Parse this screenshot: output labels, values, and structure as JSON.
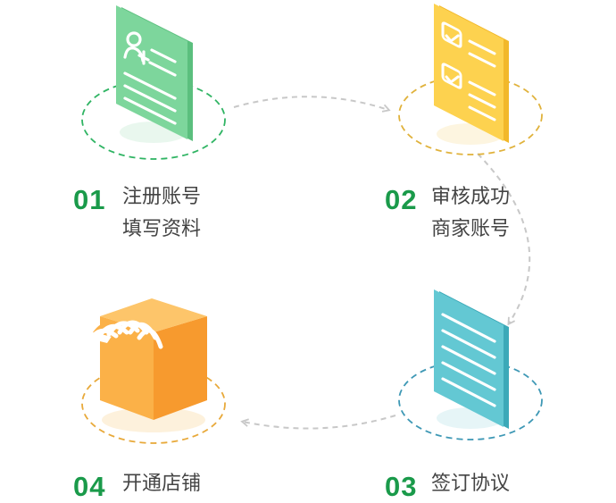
{
  "steps": [
    {
      "number": "01",
      "line1": "注册账号",
      "line2": "填写资料",
      "icon": "register-form-icon",
      "color": "#6fcf8f"
    },
    {
      "number": "02",
      "line1": "审核成功",
      "line2": "商家账号",
      "icon": "checklist-icon",
      "color": "#fcd34d"
    },
    {
      "number": "03",
      "line1": "签订协议",
      "icon": "agreement-document-icon",
      "color": "#5ec4cf"
    },
    {
      "number": "04",
      "line1": "开通店铺",
      "icon": "store-awning-icon",
      "color": "#fbad4a"
    }
  ],
  "colors": {
    "number_green": "#1a9a4a",
    "text": "#444444",
    "arrow": "#c8c8c8"
  }
}
